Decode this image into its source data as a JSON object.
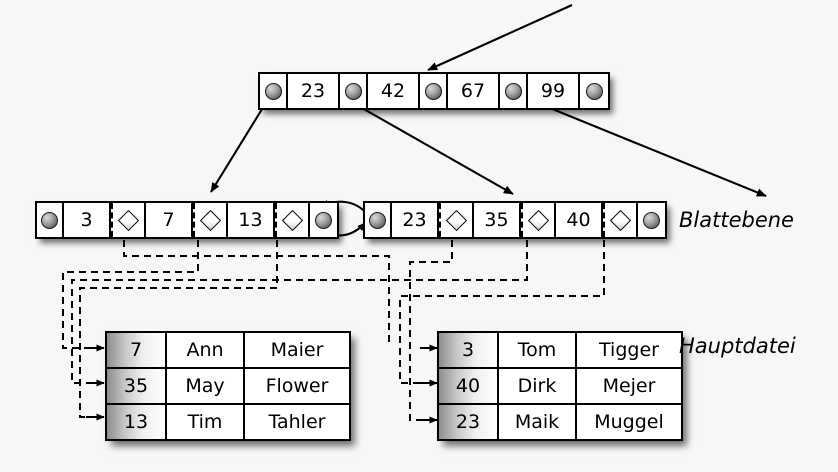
{
  "diagram": {
    "title": "B+ tree index with leaf level and main data file",
    "background_color": "#f7f7f5",
    "line_color": "#000000"
  },
  "root_node": {
    "name": "root-index-node",
    "cells": [
      {
        "type": "pointer",
        "label": ""
      },
      {
        "type": "key",
        "label": "23"
      },
      {
        "type": "pointer",
        "label": ""
      },
      {
        "type": "key",
        "label": "42"
      },
      {
        "type": "pointer",
        "label": ""
      },
      {
        "type": "key",
        "label": "67"
      },
      {
        "type": "pointer",
        "label": ""
      },
      {
        "type": "key",
        "label": "99"
      },
      {
        "type": "pointer",
        "label": ""
      }
    ]
  },
  "leaf_left": {
    "name": "leaf-node-left",
    "cells": [
      {
        "type": "pointer",
        "label": ""
      },
      {
        "type": "key",
        "label": "3"
      },
      {
        "type": "diamond",
        "label": ""
      },
      {
        "type": "key",
        "label": "7"
      },
      {
        "type": "diamond",
        "label": ""
      },
      {
        "type": "key",
        "label": "13"
      },
      {
        "type": "diamond",
        "label": ""
      },
      {
        "type": "pointer",
        "label": ""
      }
    ]
  },
  "leaf_right": {
    "name": "leaf-node-right",
    "cells": [
      {
        "type": "pointer",
        "label": ""
      },
      {
        "type": "key",
        "label": "23"
      },
      {
        "type": "diamond",
        "label": ""
      },
      {
        "type": "key",
        "label": "35"
      },
      {
        "type": "diamond",
        "label": ""
      },
      {
        "type": "key",
        "label": "40"
      },
      {
        "type": "diamond",
        "label": ""
      },
      {
        "type": "pointer",
        "label": ""
      }
    ]
  },
  "table_left": {
    "name": "data-table-left",
    "rows": [
      {
        "key": "7",
        "first": "Ann",
        "last": "Maier"
      },
      {
        "key": "35",
        "first": "May",
        "last": "Flower"
      },
      {
        "key": "13",
        "first": "Tim",
        "last": "Tahler"
      }
    ]
  },
  "table_right": {
    "name": "data-table-right",
    "rows": [
      {
        "key": "3",
        "first": "Tom",
        "last": "Tigger"
      },
      {
        "key": "40",
        "first": "Dirk",
        "last": "Mejer"
      },
      {
        "key": "23",
        "first": "Maik",
        "last": "Muggel"
      }
    ]
  },
  "captions": {
    "leaf_level": "Blattebene",
    "main_file": "Hauptdatei"
  }
}
